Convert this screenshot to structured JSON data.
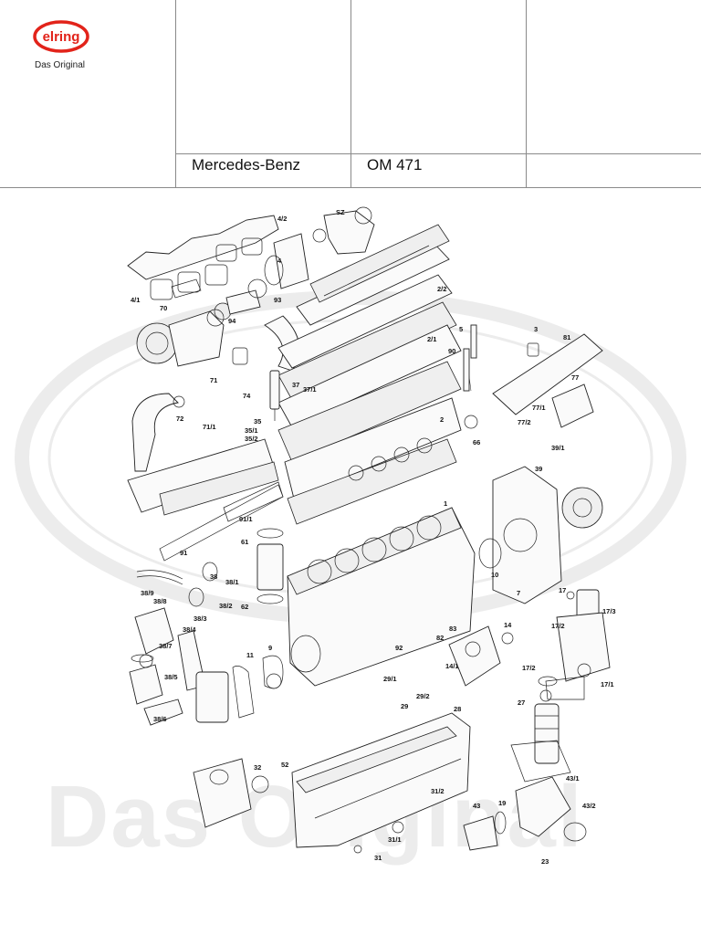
{
  "brand": {
    "logo_text": "elring",
    "tagline": "Das Original",
    "color": "#e2231a"
  },
  "header": {
    "make": "Mercedes-Benz",
    "engine": "OM 471"
  },
  "watermark": {
    "text": "Das Original"
  },
  "part_labels": [
    "4/2",
    "SZ",
    "4",
    "4/1",
    "70",
    "94",
    "93",
    "2/2",
    "5",
    "3",
    "81",
    "90",
    "2/1",
    "77",
    "71",
    "37",
    "37/1",
    "72",
    "77/1",
    "77/2",
    "71/1",
    "35",
    "35/1",
    "35/2",
    "2",
    "66",
    "39/1",
    "39",
    "74",
    "1",
    "91/1",
    "91",
    "61",
    "10",
    "7",
    "17",
    "38",
    "38/1",
    "38/9",
    "38/8",
    "38/3",
    "38/2",
    "62",
    "17/3",
    "38/4",
    "38/7",
    "83",
    "14",
    "17/2",
    "9",
    "92",
    "82",
    "11",
    "14/1",
    "17/2",
    "29/1",
    "38/5",
    "29",
    "29/2",
    "17/1",
    "27",
    "38/6",
    "28",
    "52",
    "32",
    "43/1",
    "31/2",
    "43",
    "19",
    "43/2",
    "31/1",
    "31",
    "23"
  ]
}
